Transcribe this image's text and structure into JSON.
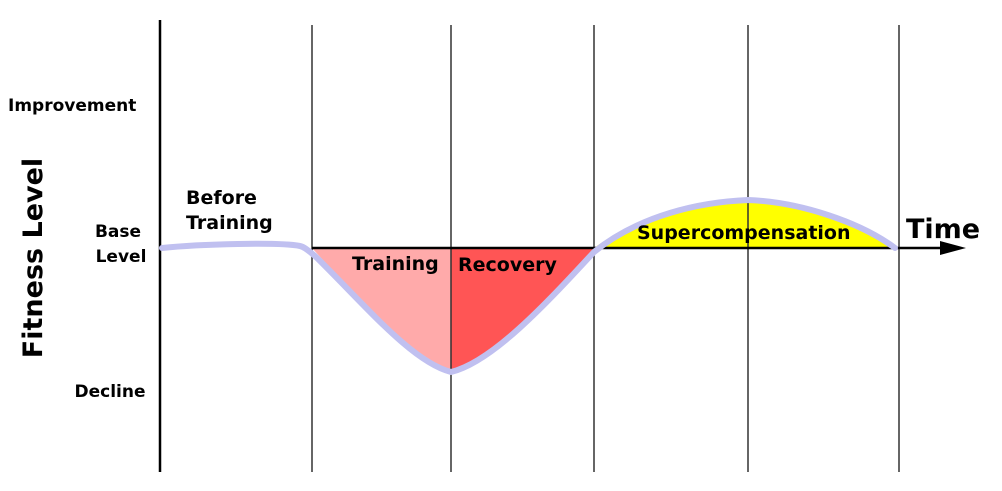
{
  "y_axis": {
    "title": "Fitness Level",
    "levels": {
      "improvement": "Improvement",
      "base_line1": "Base",
      "base_line2": "Level",
      "decline": "Decline"
    }
  },
  "x_axis": {
    "title": "Time"
  },
  "phases": {
    "before_line1": "Before",
    "before_line2": "Training",
    "training": "Training",
    "recovery": "Recovery",
    "supercompensation": "Supercompensation"
  },
  "colors": {
    "training_fill": "#ffaaaa",
    "recovery_fill": "#ff5555",
    "supercompensation_fill": "#ffff00",
    "curve_stroke": "#c0c0f0",
    "line": "#000000",
    "grid": "#333333"
  }
}
